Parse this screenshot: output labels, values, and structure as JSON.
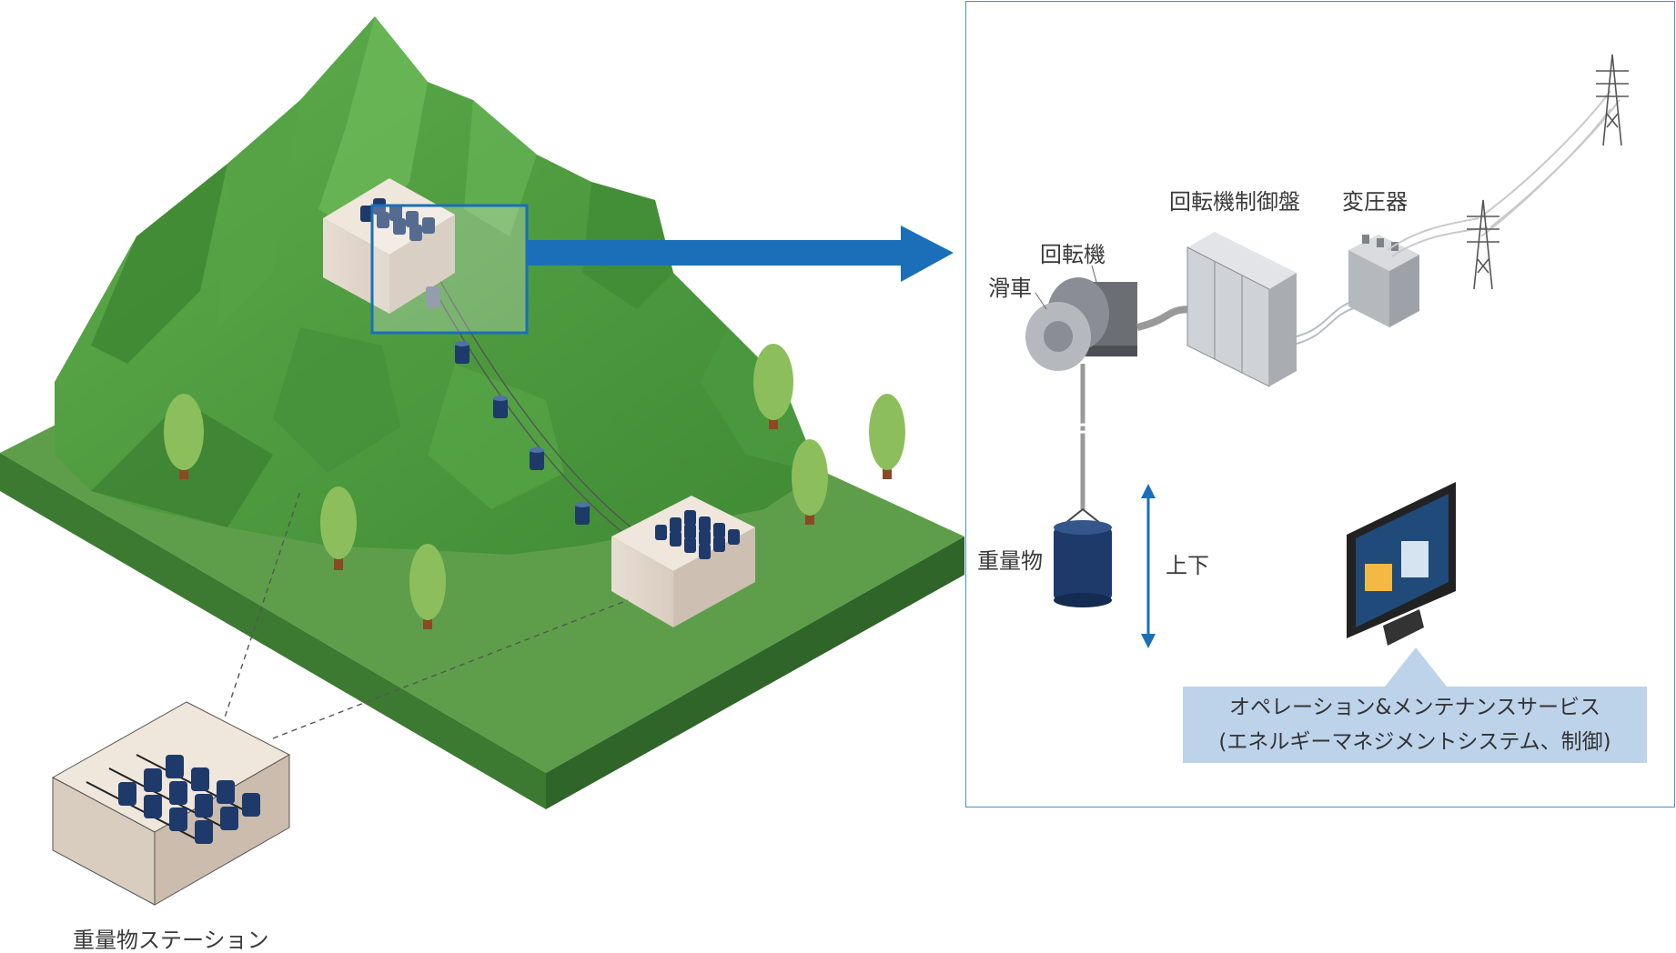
{
  "labels": {
    "station": "重量物ステーション",
    "pulley": "滑車",
    "rotator": "回転機",
    "control_panel": "回転機制御盤",
    "transformer": "変圧器",
    "weight": "重量物",
    "up_down": "上下",
    "service_line1": "オペレーション&メンテナンスサービス",
    "service_line2": "(エネルギーマネジメントシステム、制御)"
  },
  "colors": {
    "mountain": "#4a9a3c",
    "ground": "#5ea04a",
    "accent_blue": "#1a6fb8",
    "weight_navy": "#1d3a6b",
    "tree": "#8cbf5c",
    "service_bg": "#bdd3ea"
  }
}
